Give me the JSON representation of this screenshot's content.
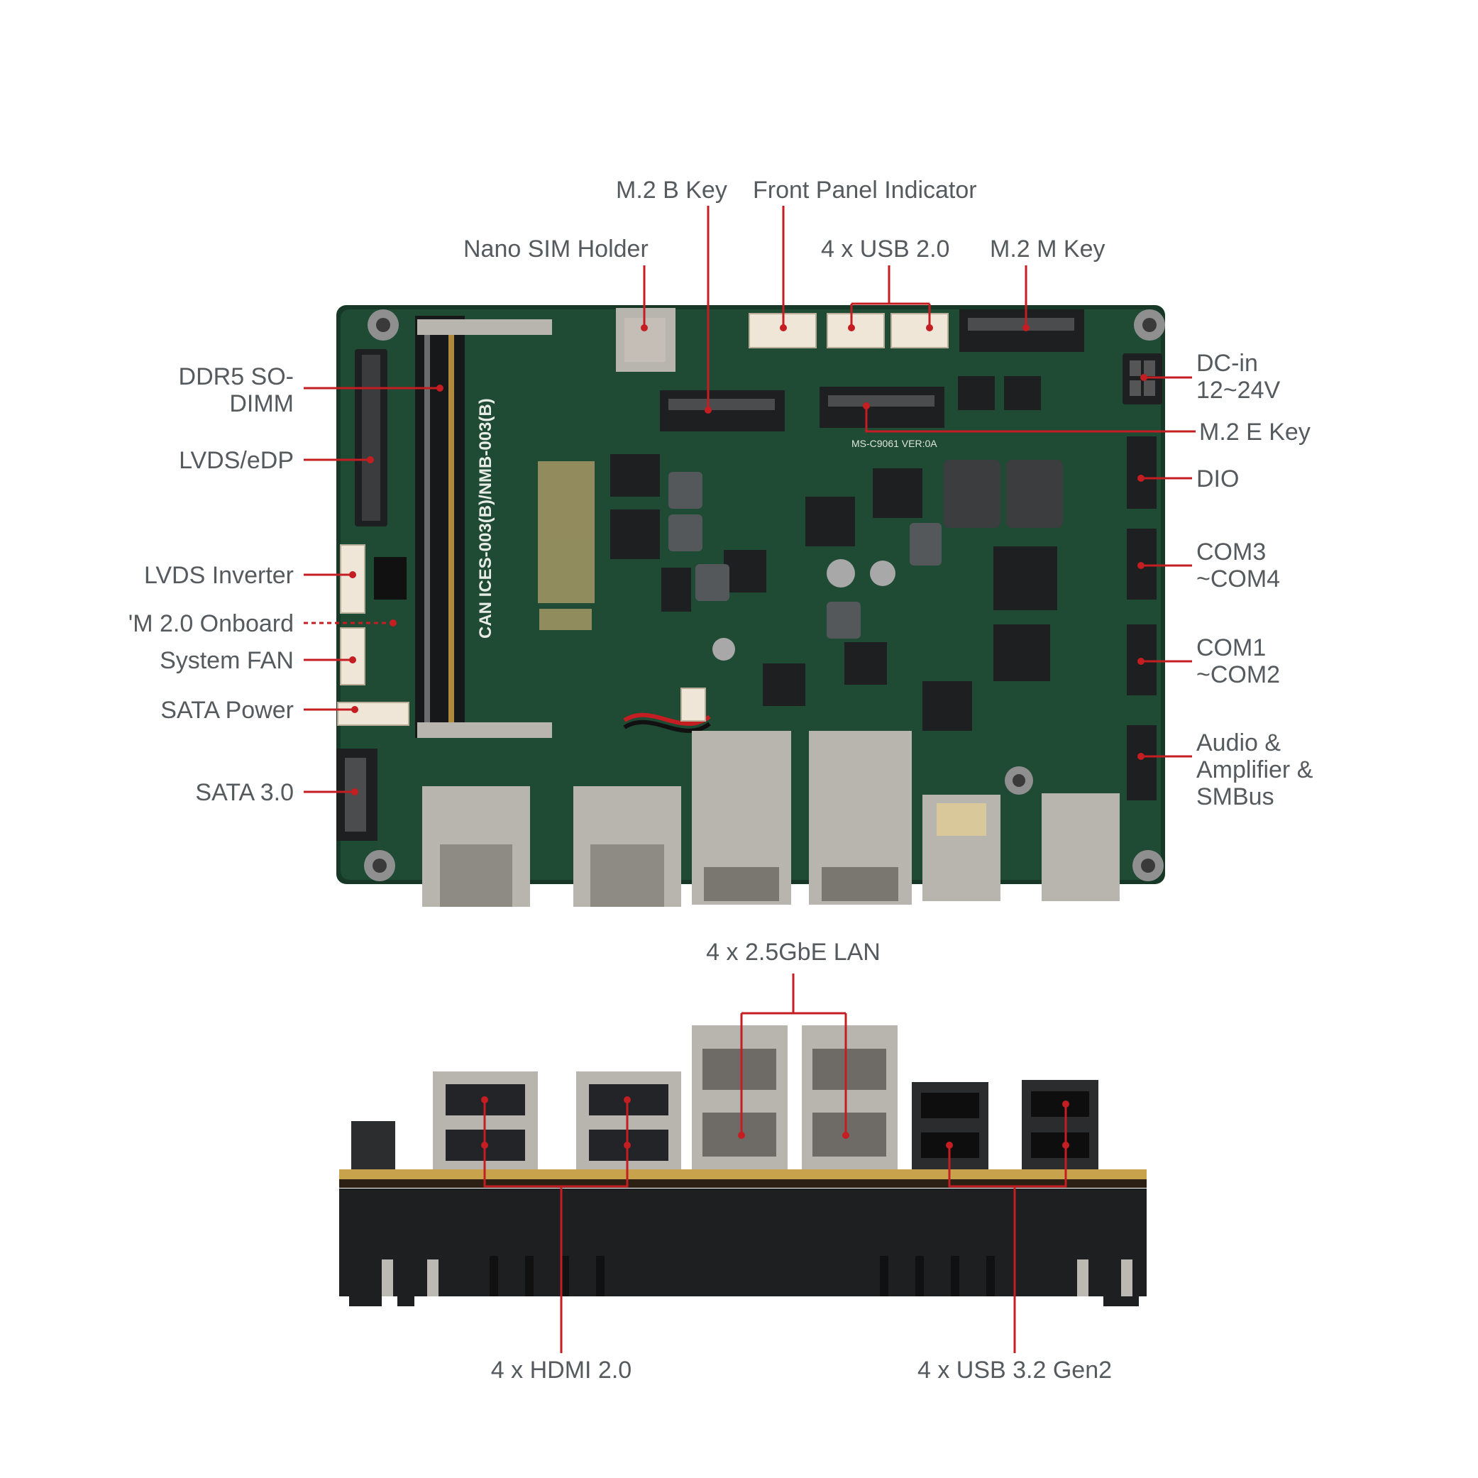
{
  "colors": {
    "accent": "#c41d22",
    "label_text": "#555a5e",
    "pcb": "#1f4a33",
    "heatsink": "#1e1f21"
  },
  "labels": {
    "m2_b_key": "M.2 B Key",
    "front_panel_indicator": "Front Panel Indicator",
    "nano_sim_holder": "Nano SIM Holder",
    "usb20": "4 x USB 2.0",
    "m2_m_key": "M.2 M Key",
    "ddr5_line1": "DDR5 SO-",
    "ddr5_line2": "DIMM",
    "lvds_edp": "LVDS/eDP",
    "dc_in_line1": "DC-in",
    "dc_in_line2": "12~24V",
    "m2_e_key": "M.2 E Key",
    "dio": "DIO",
    "lvds_inverter": "LVDS Inverter",
    "com3_line1": "COM3",
    "com3_line2": "~COM4",
    "tpm": "'M 2.0 Onboard",
    "system_fan": "System FAN",
    "com1_line1": "COM1",
    "com1_line2": "~COM2",
    "sata_power": "SATA Power",
    "audio_line1": "Audio &",
    "audio_line2": "Amplifier &",
    "audio_line3": "SMBus",
    "sata30": "SATA 3.0",
    "lan": "4 x 2.5GbE LAN",
    "hdmi": "4 x HDMI 2.0",
    "usb32": "4 x USB 3.2 Gen2"
  },
  "board_markings": {
    "vertical_text": "CAN ICES-003(B)/NMB-003(B)",
    "model_text": "MS-C9061 VER:0A"
  }
}
